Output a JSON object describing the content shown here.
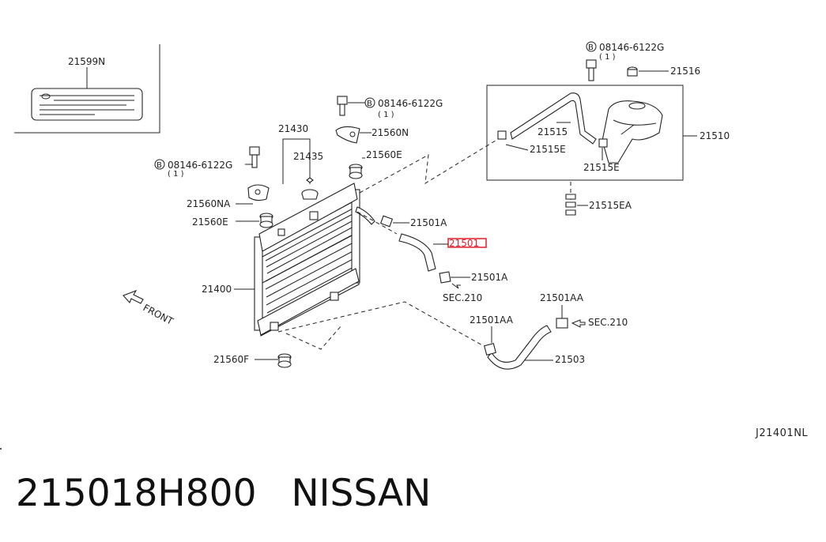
{
  "diagram": {
    "labels": {
      "p21599N": "21599N",
      "p21430": "21430",
      "p21435": "21435",
      "p21560N": "21560N",
      "p21560E_top": "21560E",
      "p21560NA": "21560NA",
      "p21560E_left": "21560E",
      "p21400": "21400",
      "p21560F": "21560F",
      "p21501A_top": "21501A",
      "p21501": "21501",
      "p21501A_bottom": "21501A",
      "sec210_a": "SEC.210",
      "p21501AA_top": "21501AA",
      "sec210_b": "SEC.210",
      "p21501AA_left": "21501AA",
      "p21503": "21503",
      "p21516": "21516",
      "p21510": "21510",
      "p21515": "21515",
      "p21515E_a": "21515E",
      "p21515E_b": "21515E",
      "p21515EA": "21515EA",
      "front": "FRONT"
    },
    "bolts": [
      {
        "code": "08146-6122G",
        "qty": "( 1 )"
      },
      {
        "code": "08146-6122G",
        "qty": "( 1 )"
      },
      {
        "code": "08146-6122G",
        "qty": "( 1 )"
      }
    ],
    "bolt_symbol": "B",
    "highlight_part": "21501"
  },
  "reference_code": "J21401NL",
  "footer": {
    "part_number": "215018H800",
    "brand": "NISSAN"
  }
}
